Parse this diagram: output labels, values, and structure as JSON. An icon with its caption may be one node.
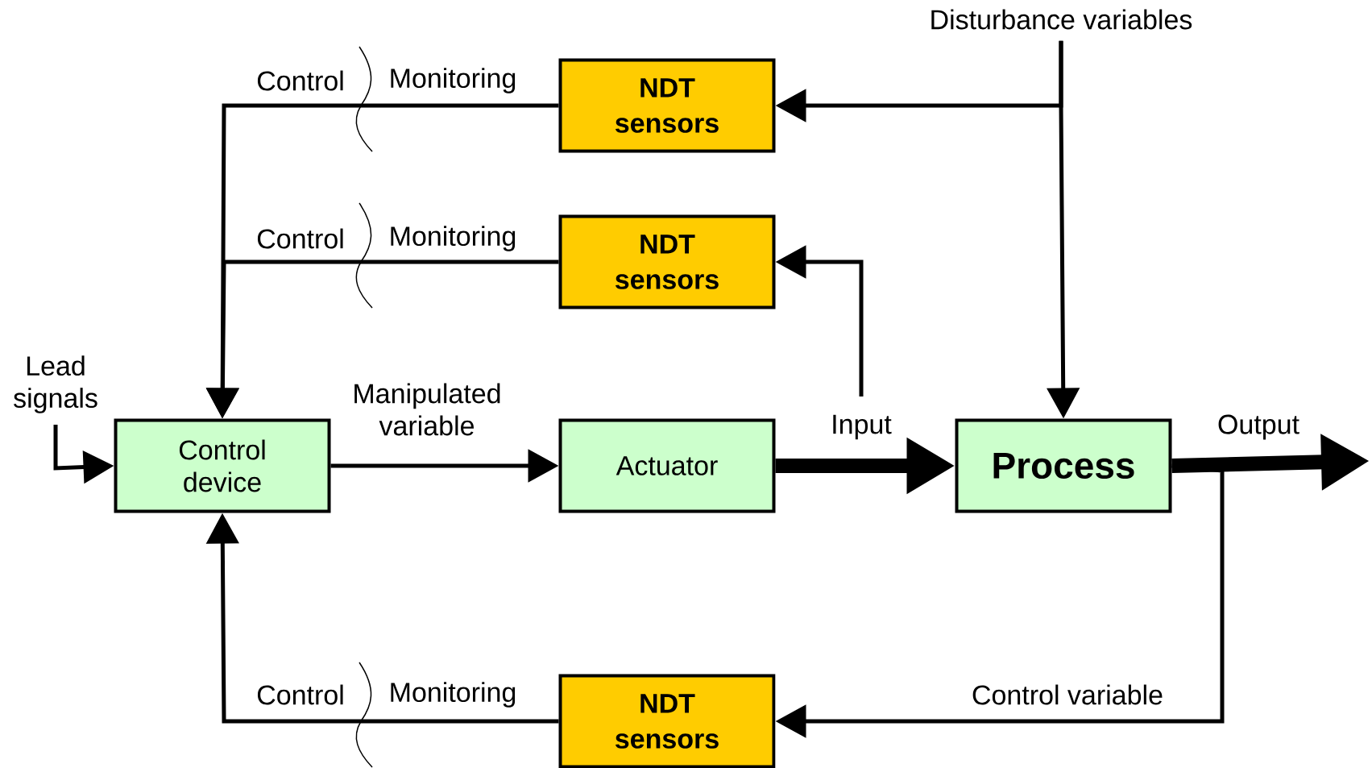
{
  "diagram": {
    "nodes": [
      {
        "text": [
          "NDT sensors"
        ]
      },
      {
        "text": [
          "NDT sensors"
        ]
      },
      {
        "text": [
          "Control device"
        ]
      },
      {
        "text": [
          "Actuator"
        ]
      },
      {
        "text": [
          "Process"
        ]
      },
      {
        "text": [
          "NDT sensors"
        ]
      },
      {
        "text": [
          "Disturbance variables"
        ]
      },
      {
        "text": [
          "Lead signals"
        ]
      }
    ],
    "edges": [
      {
        "from": 6,
        "to": 0,
        "arrow": "to"
      },
      {
        "from": 6,
        "to": 4,
        "arrow": "to"
      },
      {
        "from": 0,
        "to": 2,
        "arrow": "to"
      },
      {
        "from": 1,
        "to": 2,
        "arrow": "to"
      },
      {
        "from": 7,
        "to": 2,
        "arrow": "to"
      },
      {
        "from": 2,
        "to": 3,
        "arrow": "to",
        "label": "Manipulated variable"
      },
      {
        "from": 3,
        "to": 4,
        "arrow": "to",
        "label": "Input",
        "style": "thick"
      },
      {
        "from": null,
        "to": 1,
        "arrow": "to"
      },
      {
        "from": 4,
        "to": null,
        "arrow": "to",
        "label": "Output",
        "style": "thick"
      },
      {
        "from": 4,
        "to": 5,
        "arrow": "to",
        "label": "Control variable"
      },
      {
        "from": 5,
        "to": 2,
        "arrow": "to"
      }
    ],
    "labels": [
      "Control",
      "Monitoring",
      "Control",
      "Monitoring",
      "Control",
      "Monitoring"
    ]
  }
}
